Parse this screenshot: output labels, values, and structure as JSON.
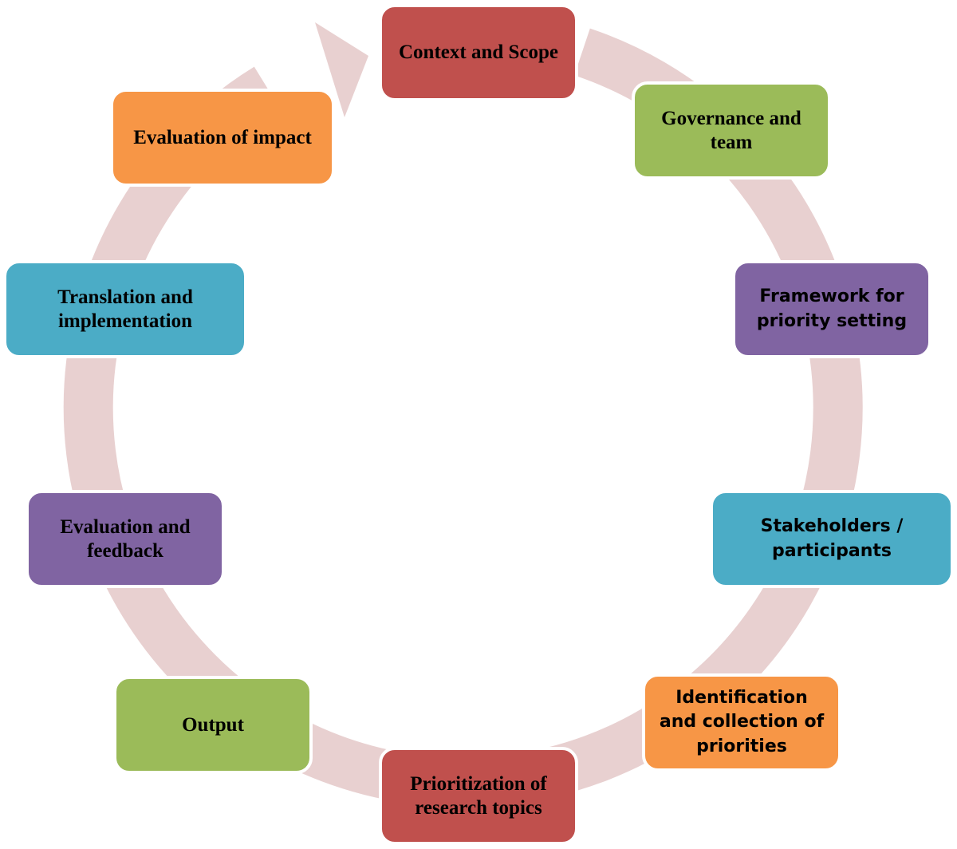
{
  "diagram": {
    "steps": [
      {
        "label": "Context and Scope",
        "color": "#c0504d"
      },
      {
        "label": "Governance and team",
        "color": "#9bbb59"
      },
      {
        "label": "Framework for priority setting",
        "color": "#8064a2"
      },
      {
        "label": "Stakeholders / participants",
        "color": "#4bacc6"
      },
      {
        "label": "Identification and collection of priorities",
        "color": "#f79646"
      },
      {
        "label": "Prioritization of research topics",
        "color": "#c0504d"
      },
      {
        "label": "Output",
        "color": "#9bbb59"
      },
      {
        "label": "Evaluation and feedback",
        "color": "#8064a2"
      },
      {
        "label": "Translation and implementation",
        "color": "#4bacc6"
      },
      {
        "label": "Evaluation of impact",
        "color": "#f79646"
      }
    ],
    "cycle_arrow_color": "#e8d0d0"
  }
}
